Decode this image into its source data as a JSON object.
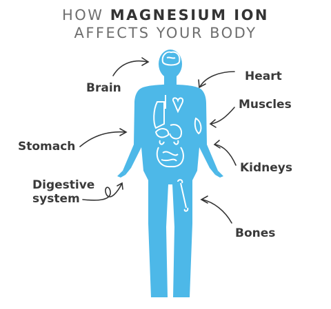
{
  "title": {
    "line1_prefix": "HOW",
    "line1_bold": "MAGNESIUM ION",
    "line2": "AFFECTS YOUR BODY"
  },
  "labels": {
    "brain": "Brain",
    "heart": "Heart",
    "muscles": "Muscles",
    "stomach": "Stomach",
    "kidneys": "Kidneys",
    "digestive_line1": "Digestive",
    "digestive_line2": "system",
    "bones": "Bones"
  },
  "colors": {
    "body": "#4db8e8",
    "organs": "#ffffff",
    "arrows": "#333333",
    "title_light": "#6e6e6e",
    "title_dark": "#333333"
  }
}
